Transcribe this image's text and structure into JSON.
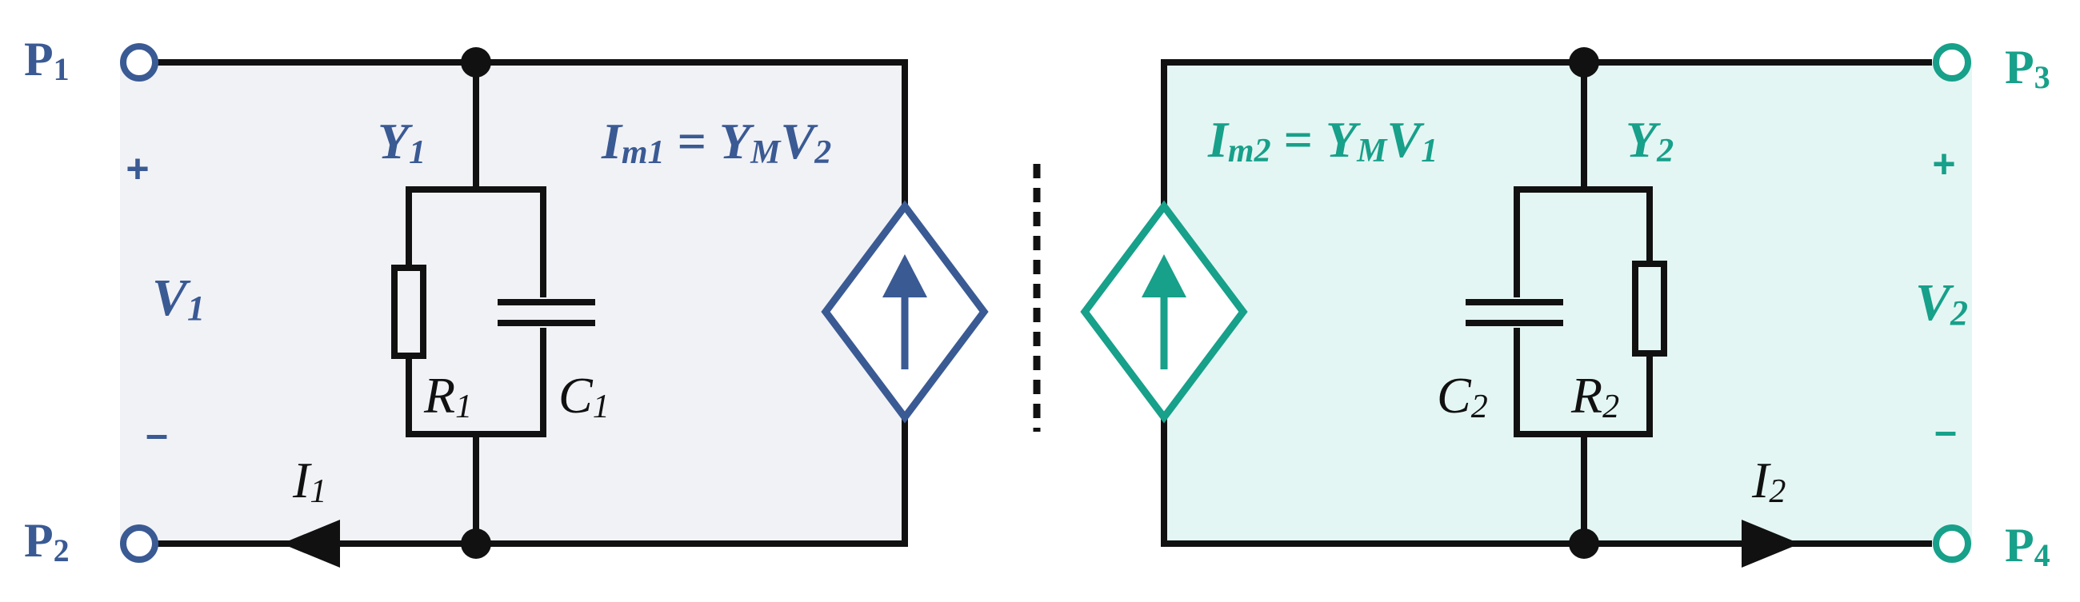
{
  "colors": {
    "left_accent": "#3a5a94",
    "right_accent": "#17a08a",
    "left_fill": "#f1f2f6",
    "right_fill": "#e4f6f3",
    "wire": "#111111"
  },
  "left": {
    "port_top": {
      "main": "P",
      "sub": "1"
    },
    "port_bottom": {
      "main": "P",
      "sub": "2"
    },
    "plus": "+",
    "minus": "–",
    "voltage": {
      "main": "V",
      "sub": "1"
    },
    "admittance": {
      "main": "Y",
      "sub": "1"
    },
    "resistor": {
      "main": "R",
      "sub": "1"
    },
    "capacitor": {
      "main": "C",
      "sub": "1"
    },
    "current": {
      "main": "I",
      "sub": "1"
    },
    "source_eq": {
      "a": "I",
      "a_sub": "m1",
      "eq": " = ",
      "b": "Y",
      "b_sub": "M",
      "c": "V",
      "c_sub": "2"
    }
  },
  "right": {
    "port_top": {
      "main": "P",
      "sub": "3"
    },
    "port_bottom": {
      "main": "P",
      "sub": "4"
    },
    "plus": "+",
    "minus": "–",
    "voltage": {
      "main": "V",
      "sub": "2"
    },
    "admittance": {
      "main": "Y",
      "sub": "2"
    },
    "resistor": {
      "main": "R",
      "sub": "2"
    },
    "capacitor": {
      "main": "C",
      "sub": "2"
    },
    "current": {
      "main": "I",
      "sub": "2"
    },
    "source_eq": {
      "a": "I",
      "a_sub": "m2",
      "eq": " = ",
      "b": "Y",
      "b_sub": "M",
      "c": "V",
      "c_sub": "1"
    }
  },
  "icons": {
    "port_terminal": "open-circle-terminal",
    "junction": "filled-dot",
    "controlled_source": "diamond-current-source",
    "resistor": "rectangle-resistor",
    "capacitor": "parallel-plate-capacitor",
    "current_arrow": "triangle-arrow"
  }
}
